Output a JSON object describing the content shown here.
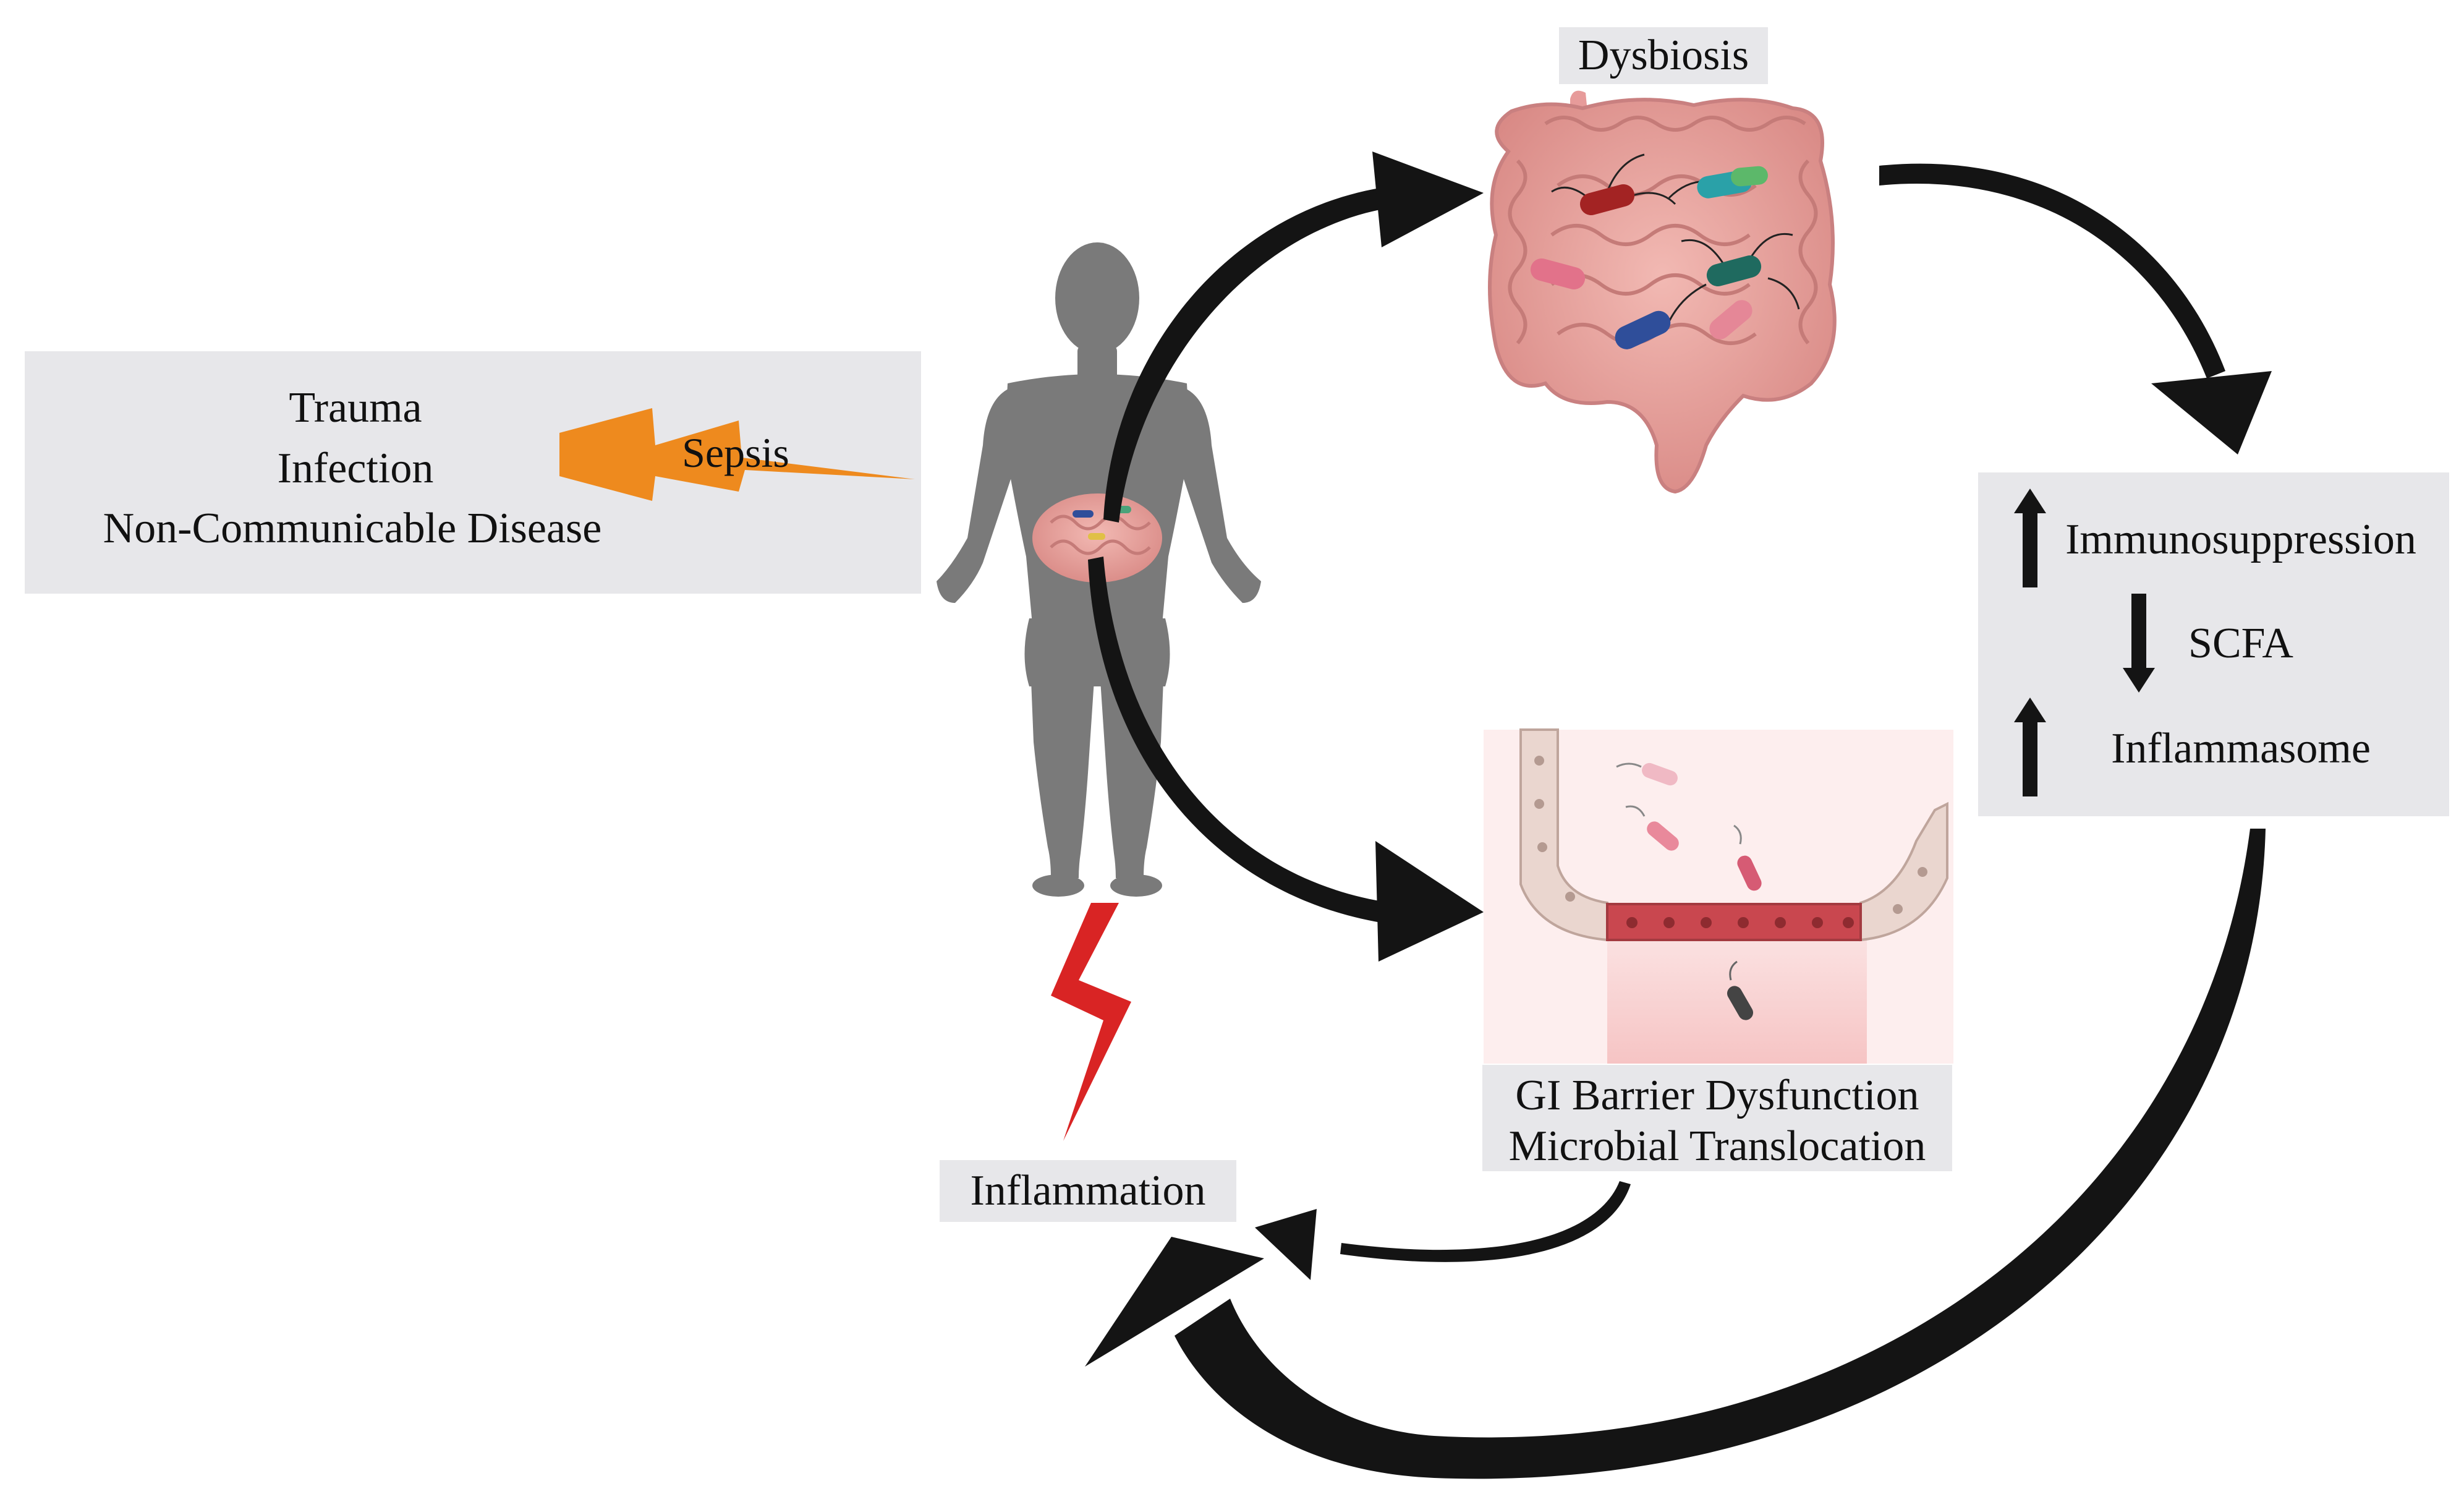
{
  "causes": {
    "items": [
      "Trauma",
      "Infection",
      "Non-Communicable Disease"
    ],
    "sepsis_label": "Sepsis"
  },
  "dysbiosis": {
    "label": "Dysbiosis"
  },
  "effects": {
    "immunosuppression": "Immunosuppression",
    "scfa": "SCFA",
    "inflammasome": "Inflammasome",
    "immunosuppression_direction": "up",
    "scfa_direction": "down",
    "inflammasome_direction": "up"
  },
  "barrier": {
    "line1": "GI Barrier Dysfunction",
    "line2": "Microbial Translocation"
  },
  "inflammation": {
    "label": "Inflammation"
  },
  "colors": {
    "panel_bg": "#e7e7ea",
    "sepsis_bolt": "#ee8a1e",
    "inflammation_bolt": "#d92424",
    "arrow": "#141414",
    "human": "#7a7a7a",
    "intestine": "#e8a3a0",
    "tissue_pink": "#f7c9c9"
  },
  "icons": [
    "human-figure-icon",
    "intestine-icon",
    "bacteria-icon",
    "gut-epithelium-icon",
    "lightning-bolt-icon",
    "up-arrow-icon",
    "down-arrow-icon"
  ]
}
